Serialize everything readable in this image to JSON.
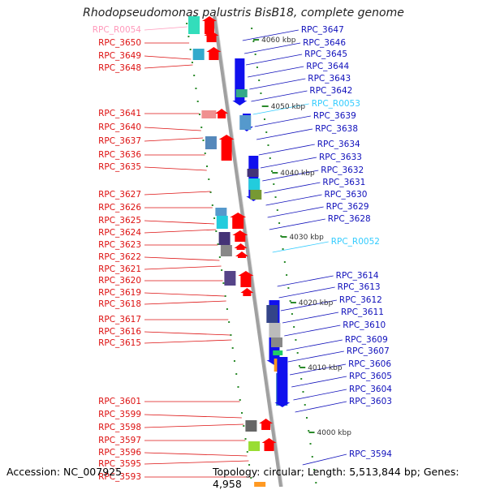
{
  "title": "Rhodopseudomonas palustris BisB18, complete genome",
  "accession": "Accession: NC_007925",
  "topology": "Topology: circular; Length: 5,513,844 bp; Genes: 4,958",
  "colors": {
    "forward_arrow": "#ff0000",
    "reverse_arrow": "#1010ee",
    "rna_label": "#33ccff",
    "pink_label": "#ff99bb",
    "axis": "#a0a0a0",
    "tick": "#2a8a2a"
  },
  "kbp_marks": [
    "4060 kbp",
    "4050 kbp",
    "4040 kbp",
    "4030 kbp",
    "4020 kbp",
    "4010 kbp",
    "4000 kbp"
  ],
  "left_labels": [
    {
      "text": "RPC_R0054",
      "kind": "rna"
    },
    {
      "text": "RPC_3650",
      "kind": "gene"
    },
    {
      "text": "RPC_3649",
      "kind": "gene"
    },
    {
      "text": "RPC_3648",
      "kind": "gene"
    },
    {
      "text": "RPC_3641",
      "kind": "gene"
    },
    {
      "text": "RPC_3640",
      "kind": "gene"
    },
    {
      "text": "RPC_3637",
      "kind": "gene"
    },
    {
      "text": "RPC_3636",
      "kind": "gene"
    },
    {
      "text": "RPC_3635",
      "kind": "gene"
    },
    {
      "text": "RPC_3627",
      "kind": "gene"
    },
    {
      "text": "RPC_3626",
      "kind": "gene"
    },
    {
      "text": "RPC_3625",
      "kind": "gene"
    },
    {
      "text": "RPC_3624",
      "kind": "gene"
    },
    {
      "text": "RPC_3623",
      "kind": "gene"
    },
    {
      "text": "RPC_3622",
      "kind": "gene"
    },
    {
      "text": "RPC_3621",
      "kind": "gene"
    },
    {
      "text": "RPC_3620",
      "kind": "gene"
    },
    {
      "text": "RPC_3619",
      "kind": "gene"
    },
    {
      "text": "RPC_3618",
      "kind": "gene"
    },
    {
      "text": "RPC_3617",
      "kind": "gene"
    },
    {
      "text": "RPC_3616",
      "kind": "gene"
    },
    {
      "text": "RPC_3615",
      "kind": "gene"
    },
    {
      "text": "RPC_3601",
      "kind": "gene"
    },
    {
      "text": "RPC_3599",
      "kind": "gene"
    },
    {
      "text": "RPC_3598",
      "kind": "gene"
    },
    {
      "text": "RPC_3597",
      "kind": "gene"
    },
    {
      "text": "RPC_3596",
      "kind": "gene"
    },
    {
      "text": "RPC_3595",
      "kind": "gene"
    },
    {
      "text": "RPC_3593",
      "kind": "gene"
    }
  ],
  "right_labels": [
    {
      "text": "RPC_3647",
      "kind": "gene"
    },
    {
      "text": "RPC_3646",
      "kind": "gene"
    },
    {
      "text": "RPC_3645",
      "kind": "gene"
    },
    {
      "text": "RPC_3644",
      "kind": "gene"
    },
    {
      "text": "RPC_3643",
      "kind": "gene"
    },
    {
      "text": "RPC_3642",
      "kind": "gene"
    },
    {
      "text": "RPC_R0053",
      "kind": "rna"
    },
    {
      "text": "RPC_3639",
      "kind": "gene"
    },
    {
      "text": "RPC_3638",
      "kind": "gene"
    },
    {
      "text": "RPC_3634",
      "kind": "gene"
    },
    {
      "text": "RPC_3633",
      "kind": "gene"
    },
    {
      "text": "RPC_3632",
      "kind": "gene"
    },
    {
      "text": "RPC_3631",
      "kind": "gene"
    },
    {
      "text": "RPC_3630",
      "kind": "gene"
    },
    {
      "text": "RPC_3629",
      "kind": "gene"
    },
    {
      "text": "RPC_3628",
      "kind": "gene"
    },
    {
      "text": "RPC_R0052",
      "kind": "rna"
    },
    {
      "text": "RPC_3614",
      "kind": "gene"
    },
    {
      "text": "RPC_3613",
      "kind": "gene"
    },
    {
      "text": "RPC_3612",
      "kind": "gene"
    },
    {
      "text": "RPC_3611",
      "kind": "gene"
    },
    {
      "text": "RPC_3610",
      "kind": "gene"
    },
    {
      "text": "RPC_3609",
      "kind": "gene"
    },
    {
      "text": "RPC_3607",
      "kind": "gene"
    },
    {
      "text": "RPC_3606",
      "kind": "gene"
    },
    {
      "text": "RPC_3605",
      "kind": "gene"
    },
    {
      "text": "RPC_3604",
      "kind": "gene"
    },
    {
      "text": "RPC_3603",
      "kind": "gene"
    },
    {
      "text": "RPC_3594",
      "kind": "gene"
    }
  ]
}
